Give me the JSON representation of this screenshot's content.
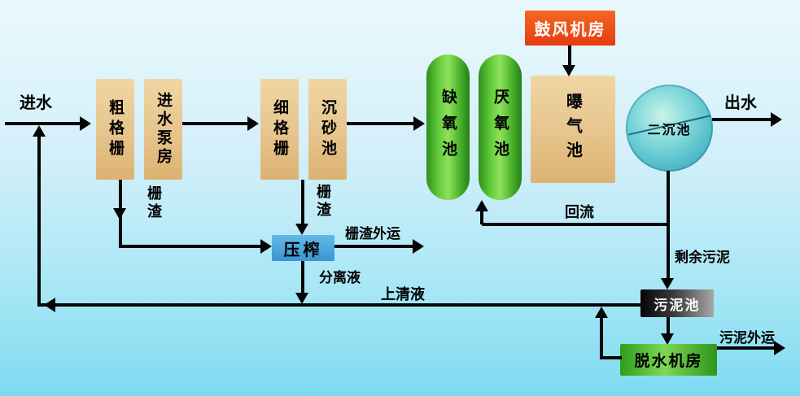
{
  "colors": {
    "background_top": "#eaf9fc",
    "background_bottom": "#7ddaf0",
    "tank_tan": "#e6c48c",
    "tank_green": "#52bd34",
    "blower_red": "#e8491a",
    "press_blue": "#45a4dc",
    "sludge_dark": "#2b2b2b",
    "clarifier_teal": "#5cc3cf",
    "line_black": "#050505"
  },
  "nodes": {
    "coarse_screen": {
      "label": "粗格栅"
    },
    "inlet_pump_house": {
      "label": "进水泵房"
    },
    "fine_screen": {
      "label": "细格栅"
    },
    "grit_chamber": {
      "label": "沉砂池"
    },
    "anoxic_tank": {
      "label": "缺氧池"
    },
    "anaerobic_tank": {
      "label": "厌氧池"
    },
    "aeration_tank": {
      "label": "曝气池"
    },
    "blower_room": {
      "label": "鼓风机房"
    },
    "secondary_clarifier": {
      "label": "二沉池"
    },
    "press": {
      "label": "压榨"
    },
    "sludge_tank": {
      "label": "污泥池"
    },
    "dewatering_room": {
      "label": "脱水机房"
    }
  },
  "labels": {
    "influent": "进水",
    "effluent": "出水",
    "screenings_coarse": "栅渣",
    "screenings_fine": "栅渣",
    "screenings_out": "栅渣外运",
    "separated_liquid": "分离液",
    "supernatant": "上清液",
    "return_flow": "回流",
    "excess_sludge": "剩余污泥",
    "sludge_out": "污泥外运"
  }
}
